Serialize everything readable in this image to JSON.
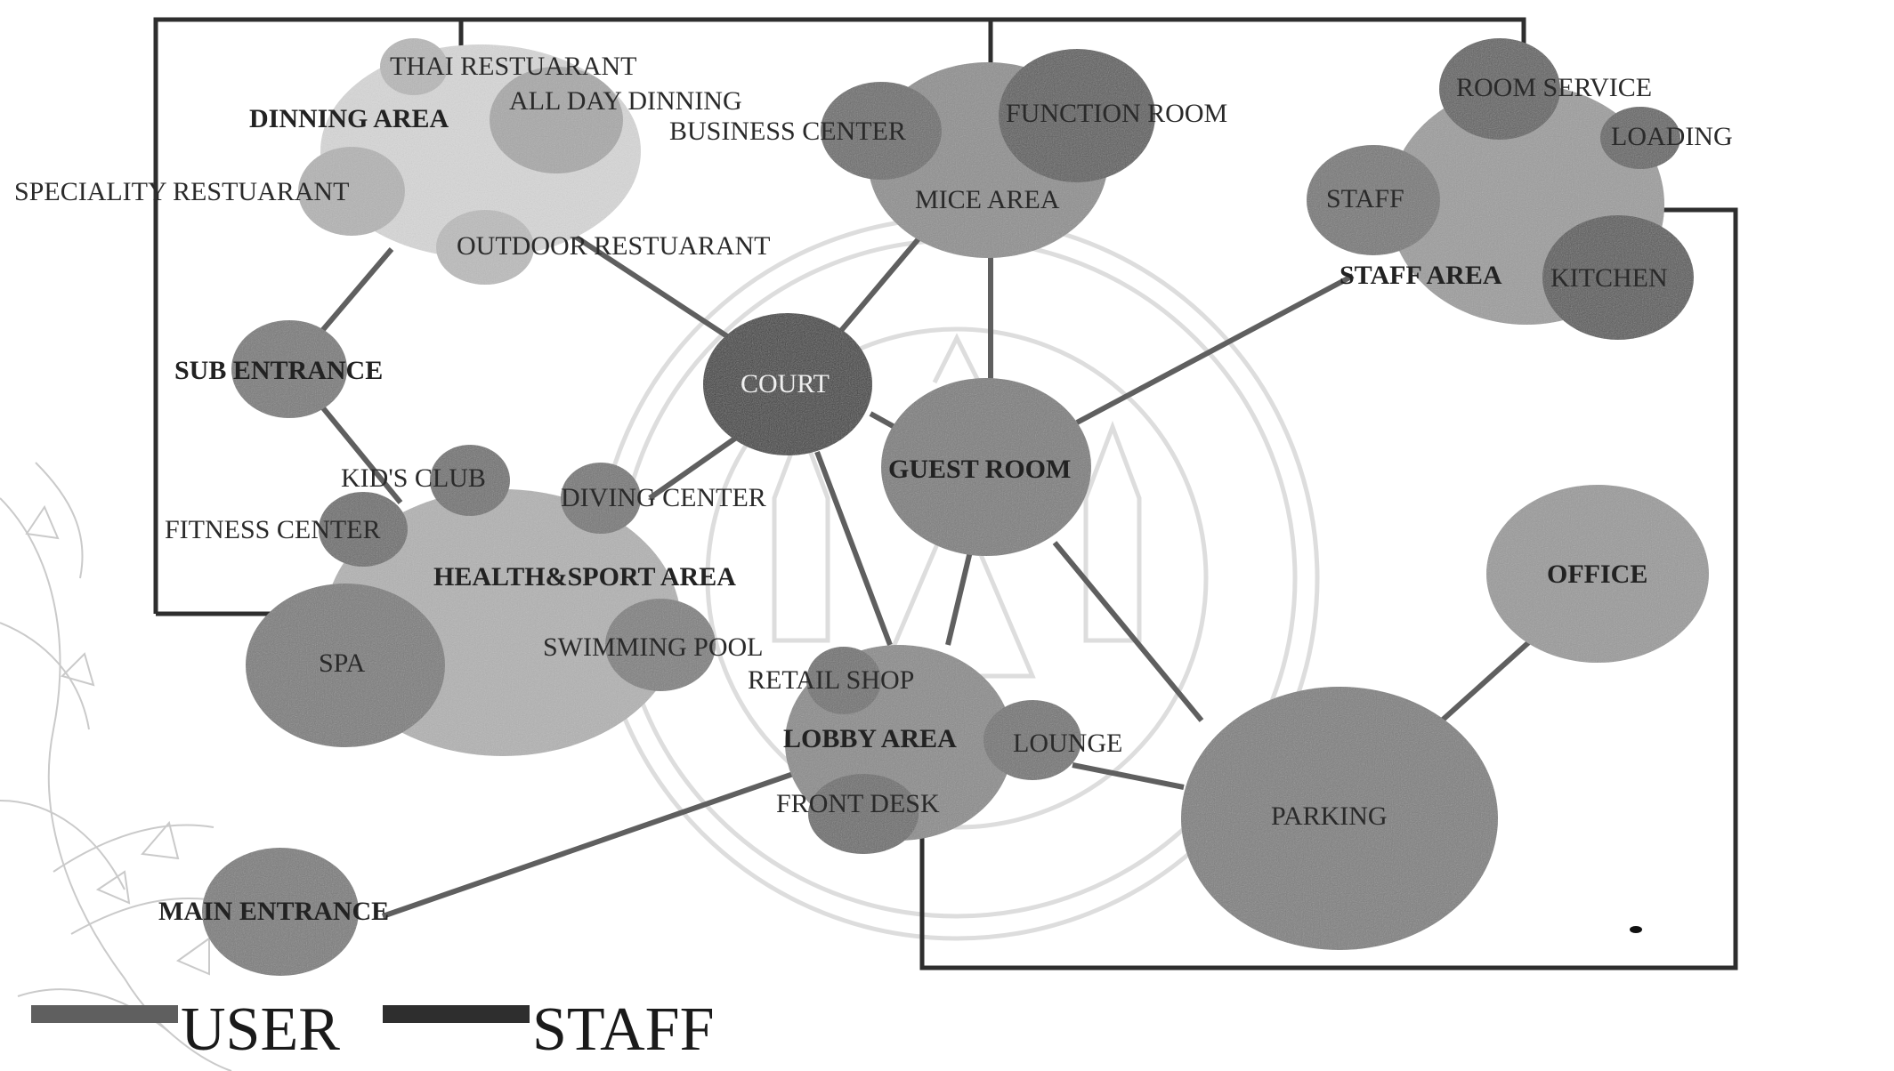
{
  "labels": {
    "thai_restaurant": "THAI RESTUARANT",
    "all_day_dinning": "ALL DAY DINNING",
    "dinning_area": "DINNING AREA",
    "speciality_restaurant": "SPECIALITY RESTUARANT",
    "outdoor_restaurant": "OUTDOOR RESTUARANT",
    "business_center": "BUSINESS CENTER",
    "function_room": "FUNCTION ROOM",
    "mice_area": "MICE AREA",
    "room_service": "ROOM SERVICE",
    "loading": "LOADING",
    "staff": "STAFF",
    "staff_area": "STAFF AREA",
    "kitchen": "KITCHEN",
    "sub_entrance": "SUB ENTRANCE",
    "court": "COURT",
    "guest_room": "GUEST ROOM",
    "kids_club": "KID'S CLUB",
    "diving_center": "DIVING CENTER",
    "fitness_center": "FITNESS CENTER",
    "health_sport_area": "HEALTH&SPORT AREA",
    "spa": "SPA",
    "swimming_pool": "SWIMMING POOL",
    "retail_shop": "RETAIL SHOP",
    "lobby_area": "LOBBY AREA",
    "lounge": "LOUNGE",
    "front_desk": "FRONT DESK",
    "office": "OFFICE",
    "parking": "PARKING",
    "main_entrance": "MAIN ENTRANCE"
  },
  "legend": {
    "user": "USER",
    "staff": "STAFF"
  },
  "colors": {
    "user_line": "#5f5f5f",
    "staff_line": "#2e2e2e",
    "court": "#3a3a3a",
    "zone_light": "#c8c8c8",
    "zone_mid": "#8c8c8c",
    "zone_dark": "#5a5a5a"
  }
}
